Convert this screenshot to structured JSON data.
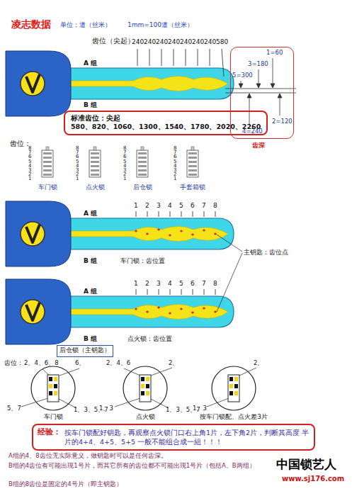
{
  "diagram": {
    "title": "凌志数据",
    "nodes": [
      {
        "text": [
          "1=60",
          "3=180",
          "5=300",
          "2=120",
          "4=240",
          "齿深"
        ]
      },
      {
        "text": [
          "标准齿位：尖起",
          "580、820、1060、1300、1540、1780、2020、2260"
        ]
      },
      {
        "text": [
          "车门锁"
        ]
      },
      {
        "text": [
          "点火锁"
        ]
      },
      {
        "text": [
          "后仓锁"
        ]
      },
      {
        "text": [
          "手套箱锁"
        ]
      },
      {
        "text": [
          "后仓锁（主钥匙）"
        ]
      },
      {
        "text": [
          "车门锁"
        ]
      },
      {
        "text": [
          "点火锁"
        ]
      },
      {
        "text": [
          "按车门锁配、点火差3片"
        ]
      },
      {
        "text": [
          "经验：",
          "按车门锁配好钥匙，再观察点火锁门口右上角1片，左下角2片，判断其高度 半片的4+4、4+5、5+5 一般不能组合成一組！！！"
        ]
      }
    ],
    "labels": [
      "单位：道（丝米）",
      "1mm=100道（丝米）",
      "齿位（尖起）：",
      "240",
      "240",
      "240",
      "240",
      "240",
      "240",
      "240",
      "580",
      "A 组",
      "B 组",
      "齿位：",
      "8 7 6 5 4 3 2 1",
      "8 7 6 5 4 3 2 1",
      "8 7 6 5 4 3 2 1",
      "8 7 6 5 4 3 2 1",
      "1",
      "2",
      "3",
      "4",
      "5",
      "6",
      "7",
      "8",
      "A 组",
      "B 组",
      "车门锁：齿位置",
      "主钥匙：齿位点",
      "1",
      "2",
      "3",
      "4",
      "5",
      "6",
      "7",
      "8",
      "A 组",
      "B 组",
      "点火锁：齿位置",
      "齿位：",
      "2、4、6、8",
      "6、",
      "5、7",
      "1、3、5、7",
      "2、4、6",
      "2、",
      "1、3",
      "1、3、5、7",
      "2、",
      "1、3",
      "A组的4、8齿位无实际意义，做钥匙时可以是任何齿深。",
      "B组的4齿位有可能出现1号片，而其它所有的齿位都不可能出现1号片（包括A、B两组）",
      "B组的8齿位是固定的4号片（即主钥匙）",
      "中国锁艺人",
      "www.sj176.com"
    ]
  }
}
